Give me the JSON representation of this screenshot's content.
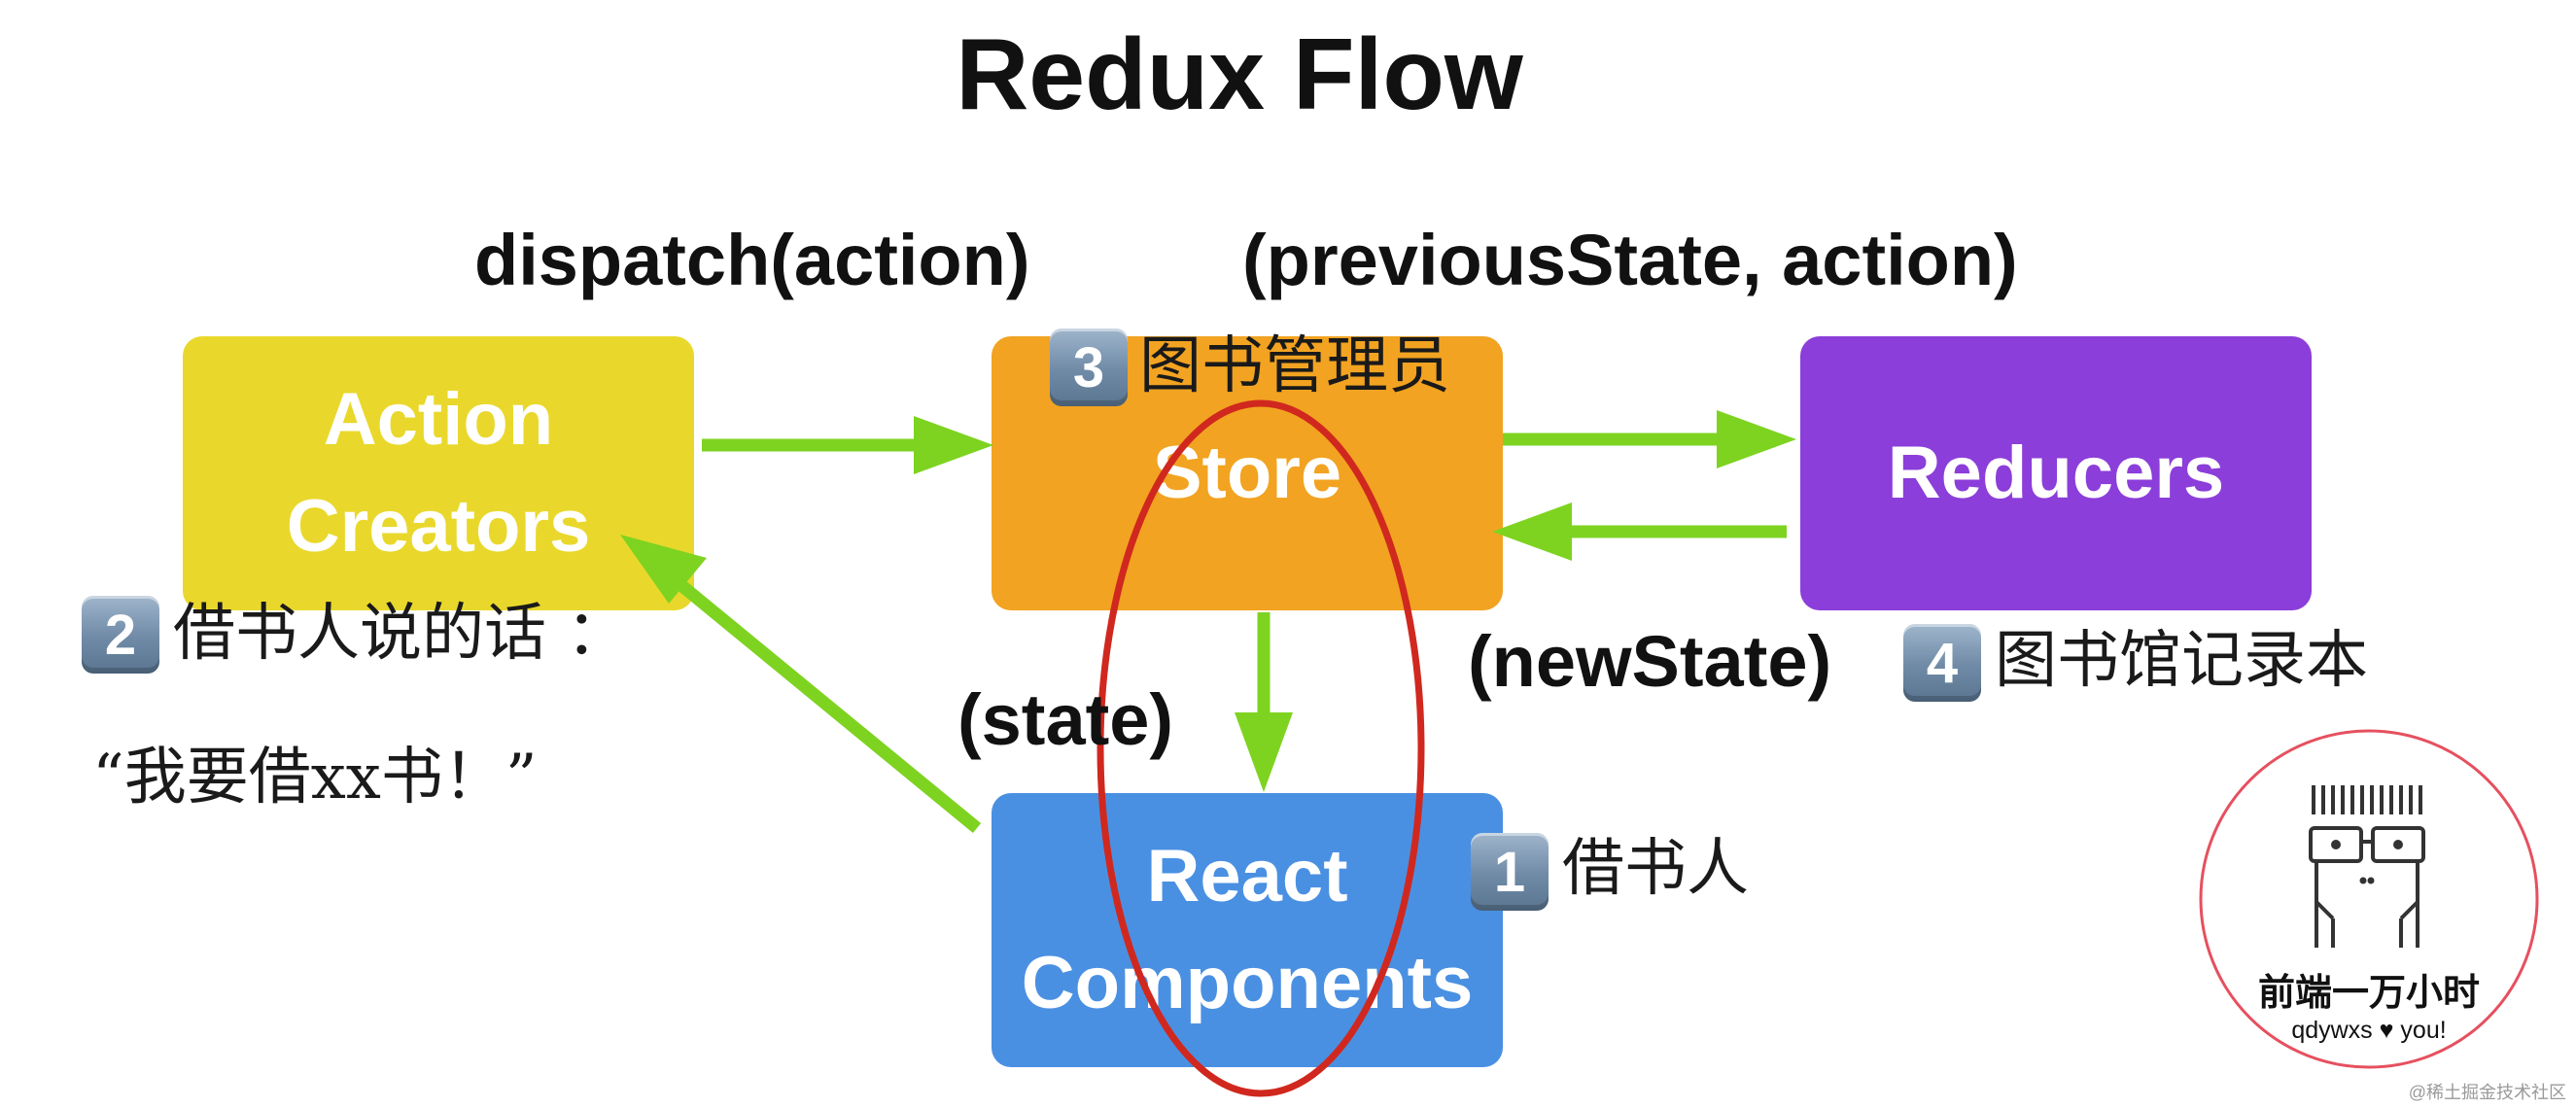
{
  "title": "Redux Flow",
  "boxes": {
    "action_creators": {
      "line1": "Action",
      "line2": "Creators",
      "color": "#e9d82b"
    },
    "store": {
      "label": "Store",
      "color": "#f2a321"
    },
    "reducers": {
      "label": "Reducers",
      "color": "#8b3ed9"
    },
    "react_components": {
      "line1": "React",
      "line2": "Components",
      "color": "#4a90e2"
    }
  },
  "edge_labels": {
    "dispatch": "dispatch(action)",
    "previous_state": "(previousState, action)",
    "new_state": "(newState)",
    "state": "(state)"
  },
  "annotations": {
    "n1": {
      "badge": "1",
      "text": "借书人"
    },
    "n2": {
      "badge": "2",
      "text": "借书人说的话 ：",
      "quote": "“我要借xx书！”"
    },
    "n3": {
      "badge": "3",
      "text": "图书管理员"
    },
    "n4": {
      "badge": "4",
      "text": "图书馆记录本"
    }
  },
  "colors": {
    "arrow": "#7ed321",
    "highlight_ellipse": "#d0281e",
    "logo_circle": "#e6505f"
  },
  "logo": {
    "name": "前端一万小时",
    "tagline": "qdywxs ♥ you!"
  },
  "watermark": "@稀土掘金技术社区"
}
